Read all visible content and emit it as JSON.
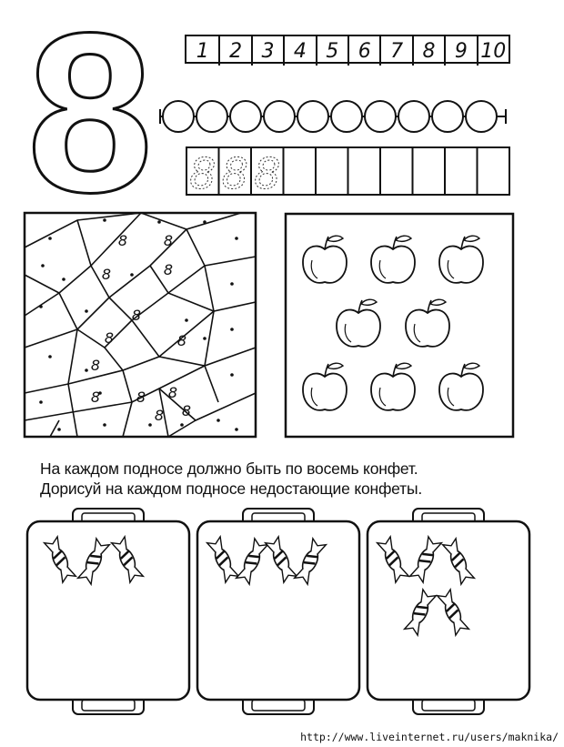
{
  "big_digit": "8",
  "number_line": [
    "1",
    "2",
    "3",
    "4",
    "5",
    "6",
    "7",
    "8",
    "9",
    "10"
  ],
  "bead_count": 10,
  "tracing": {
    "total_cells": 10,
    "traced": 3,
    "digit": "8"
  },
  "mosaic": {
    "cell_label": "8"
  },
  "apples": {
    "count": 8
  },
  "instructions": {
    "line1": "На каждом подносе должно быть по восемь конфет.",
    "line2": "Дорисуй на каждом подносе недостающие конфеты."
  },
  "trays": [
    {
      "candies_drawn": 3
    },
    {
      "candies_drawn": 4
    },
    {
      "candies_drawn": 5
    }
  ],
  "footer": {
    "url": "http://www.liveinternet.ru/users/maknika/"
  },
  "colors": {
    "ink": "#111111",
    "paper": "#ffffff"
  }
}
